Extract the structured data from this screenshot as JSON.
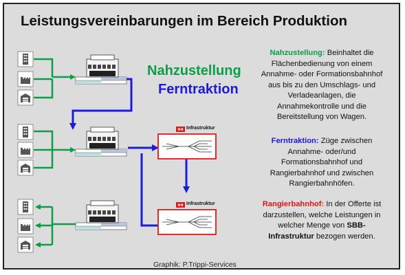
{
  "title": "Leistungsvereinbarungen im Bereich Produktion",
  "headline": {
    "nahzustellung": "Nahzustellung",
    "ferntraktion": "Ferntraktion"
  },
  "colors": {
    "green": "#0a9e46",
    "blue": "#1a1ae0",
    "red": "#e01818"
  },
  "infra_label": "Infrastruktur",
  "descriptions": {
    "nah": {
      "term": "Nahzustellung:",
      "lines": [
        "Beinhaltet die",
        "Flächenbedienung von einem",
        "Annahme- oder Formationsbahnhof",
        "aus bis zu den Umschlags- und",
        "Verladeanlagen, die",
        "Annahmekontrolle und die",
        "Bereitstellung von Wagen."
      ]
    },
    "fern": {
      "term": "Ferntraktion:",
      "lines": [
        "Züge zwischen",
        "Annahme- oder/und",
        "Formationsbahnhof und",
        "Rangierbahnhof und zwischen",
        "Rangierbahnhöfen."
      ]
    },
    "rangier": {
      "term": "Rangierbahnhof:",
      "lines": [
        "In der Offerte ist",
        "darzustellen, welche Leistungen in",
        "welcher Menge von"
      ],
      "strong1": "SBB-",
      "strong2": "Infrastruktur",
      "tail": "bezogen werden."
    }
  },
  "credit": "Graphik: P.Trippi-Services"
}
